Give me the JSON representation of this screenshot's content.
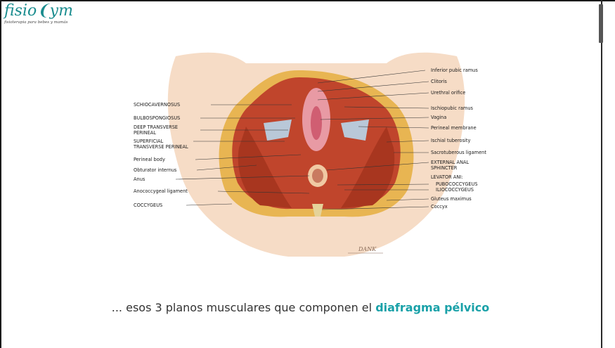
{
  "logo": {
    "wordmark": "fisio❨ym",
    "tagline": "fisioterapia para bebes y mamás"
  },
  "figure": {
    "labels_left": [
      "SCHIOCAVERNOSUS",
      "BULBOSPONGIOSUS",
      "DEEP TRANSVERSE",
      "PERINEAL",
      "SUPERFICIAL",
      "TRANSVERSE PERINEAL",
      "Perineal body",
      "Obturator internus",
      "Anus",
      "Anococcygeal ligament",
      "COCCYGEUS"
    ],
    "labels_right": [
      "Inferior pubic ramus",
      "Clitoris",
      "Urethral orifice",
      "Ischiopubic ramus",
      "Vagina",
      "Perineal membrane",
      "Ischial tuberosity",
      "Sacrotuberous ligament",
      "EXTERNAL ANAL",
      "SPHINCTER",
      "LEVATOR ANI:",
      "PUBOCOCCYGEUS",
      "ILIOCOCCYGEUS",
      "Gluteus maximus",
      "Coccyx"
    ],
    "signature": "DANK"
  },
  "caption": {
    "prefix": "... esos 3 planos musculares que componen el ",
    "highlight": "diafragma pélvico"
  },
  "colors": {
    "accent": "#19a1a8",
    "muscle": "#c0452c",
    "skin": "#f6dcc6",
    "fat": "#e8b552"
  }
}
